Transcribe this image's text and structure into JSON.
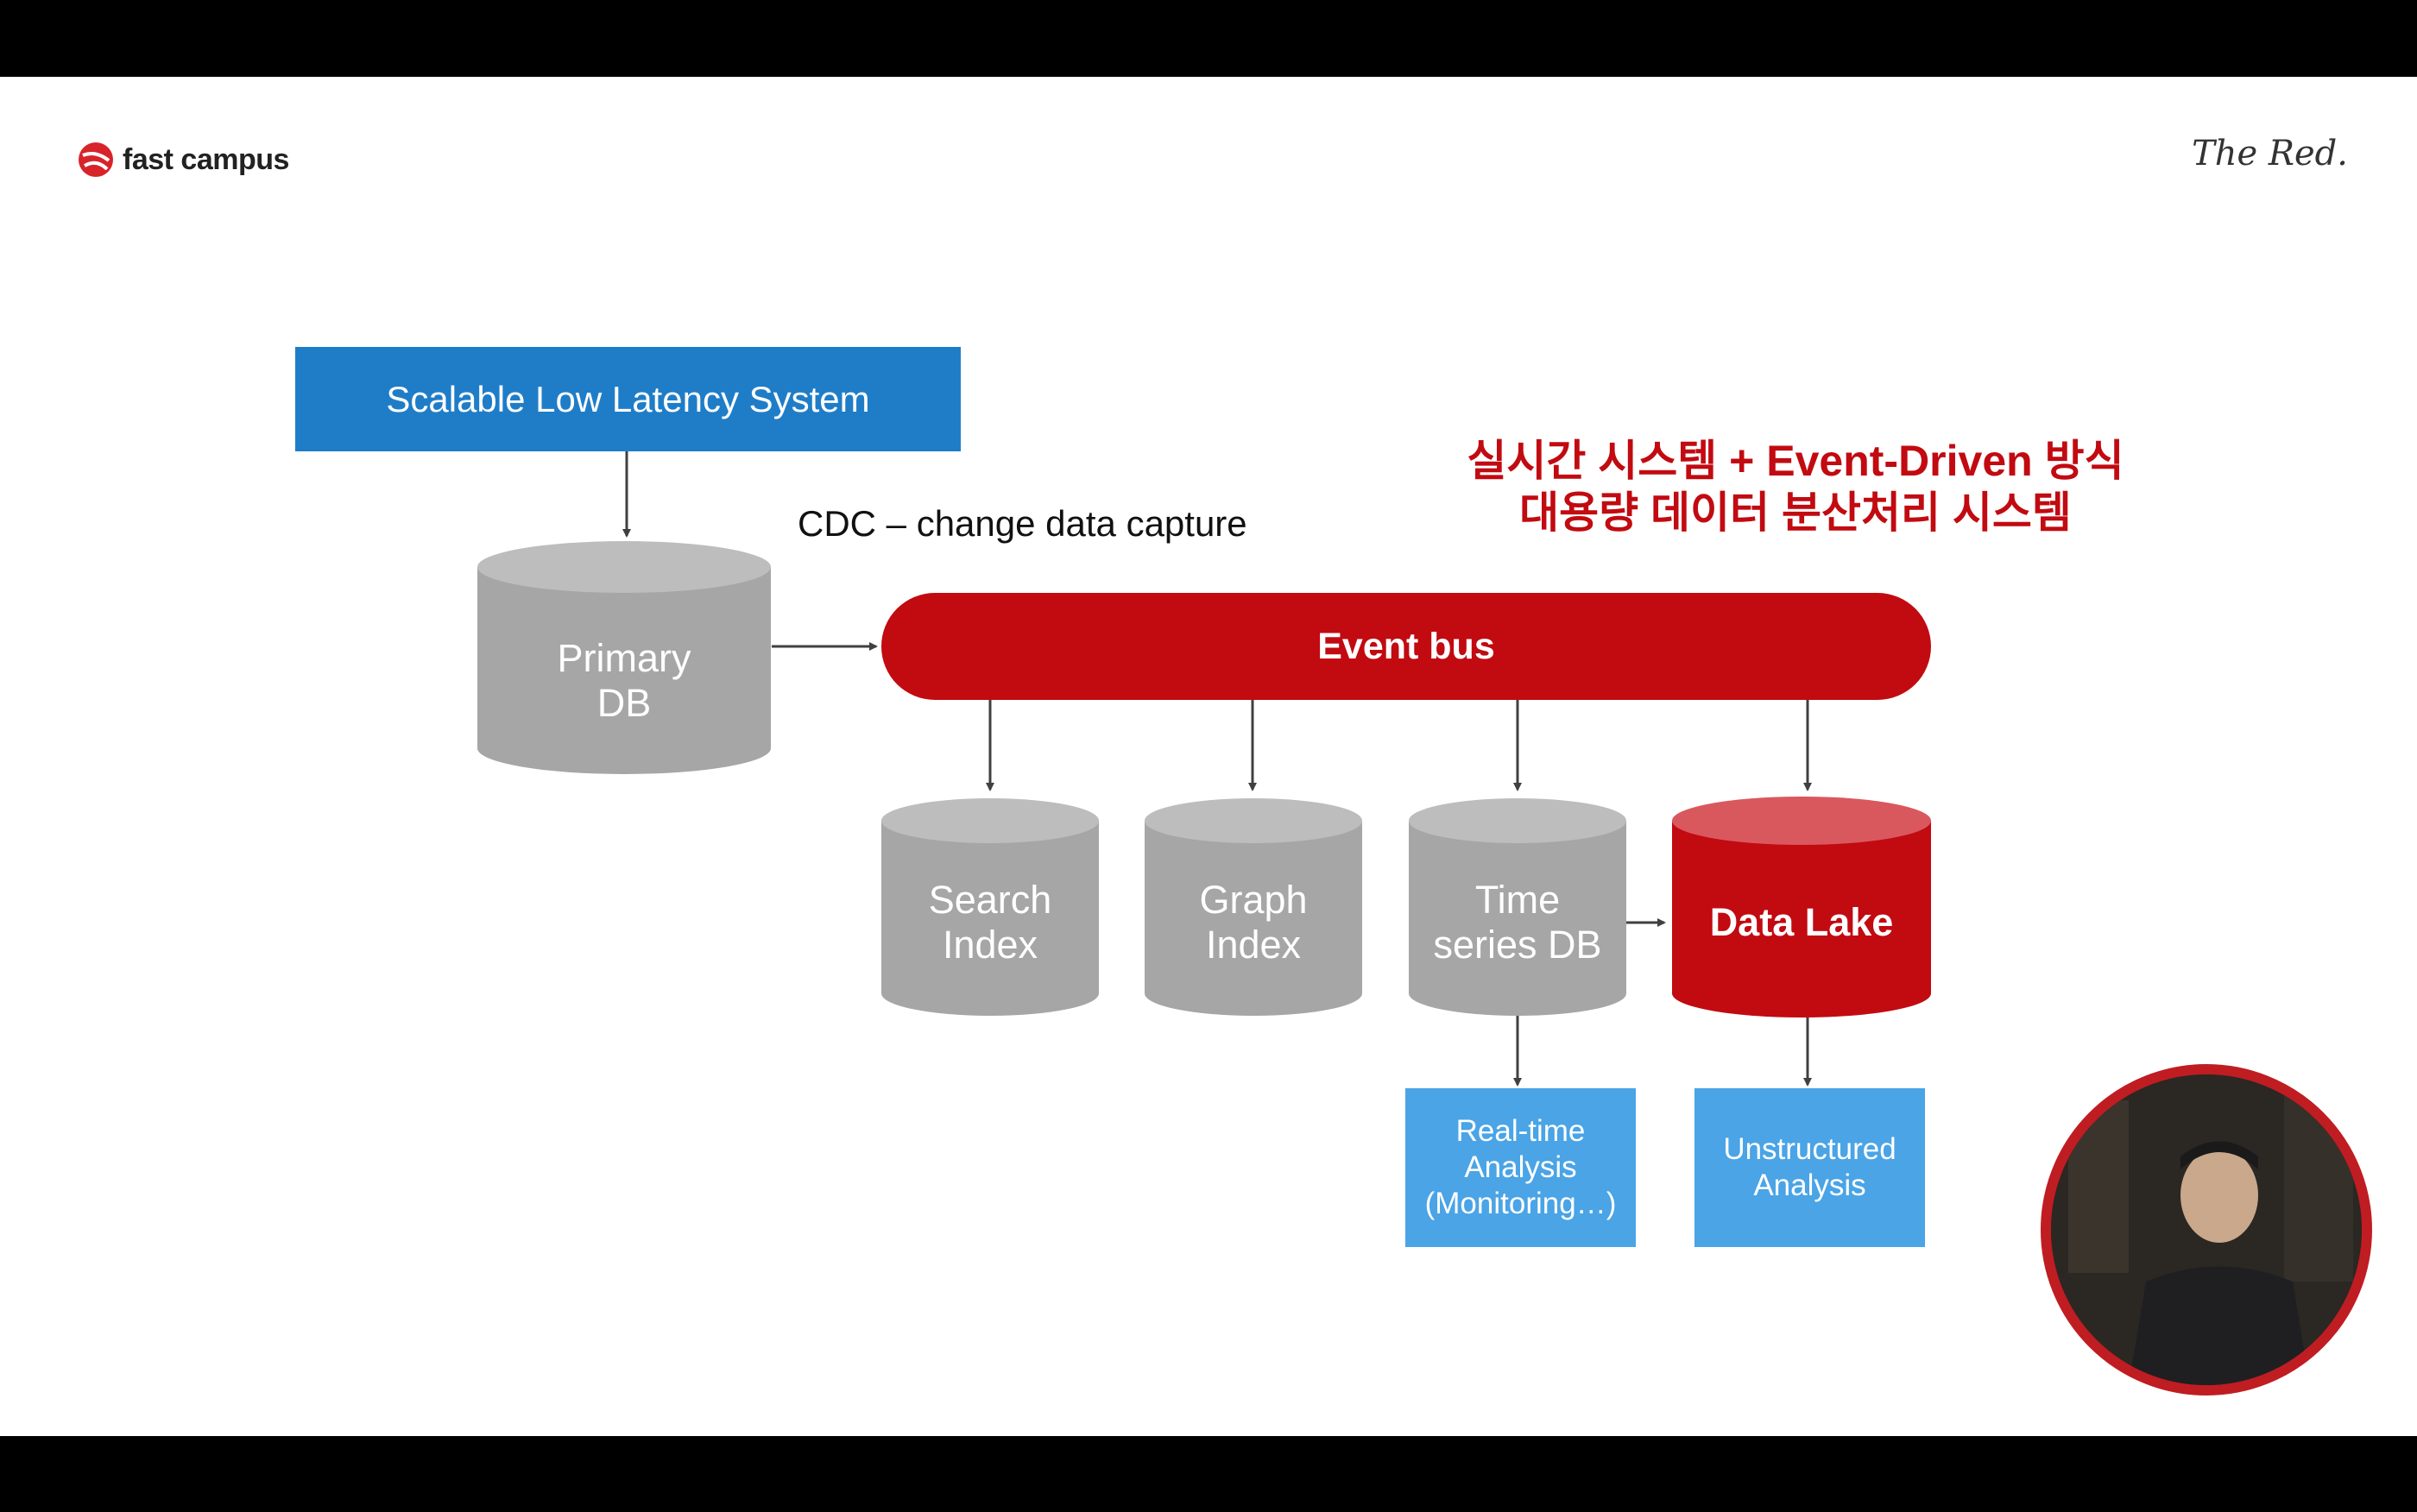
{
  "brand": {
    "logo_text": "fast campus",
    "signature": "The Red."
  },
  "top_box": {
    "label": "Scalable Low Latency System"
  },
  "primary_db": {
    "line1": "Primary",
    "line2": "DB"
  },
  "cdc_label": "CDC – change data capture",
  "headline": {
    "line1": "실시간 시스템 + Event-Driven 방식",
    "line2": "대용량 데이터 분산처리 시스템"
  },
  "event_bus": {
    "label": "Event bus"
  },
  "stores": [
    {
      "line1": "Search",
      "line2": "Index"
    },
    {
      "line1": "Graph",
      "line2": "Index"
    },
    {
      "line1": "Time",
      "line2": "series DB"
    },
    {
      "line1": "Data Lake",
      "line2": ""
    }
  ],
  "outputs": [
    {
      "line1": "Real-time",
      "line2": "Analysis",
      "line3": "(Monitoring…)"
    },
    {
      "line1": "Unstructured",
      "line2": "Analysis"
    }
  ],
  "colors": {
    "brand_red": "#c20a11",
    "top_box_blue": "#1f7dc8",
    "output_box_blue": "#4aa4e6",
    "db_gray": "#a6a6a6",
    "data_lake_red": "#c20a11"
  },
  "icons": [
    "fastcampus-logo-icon",
    "presenter-video"
  ]
}
